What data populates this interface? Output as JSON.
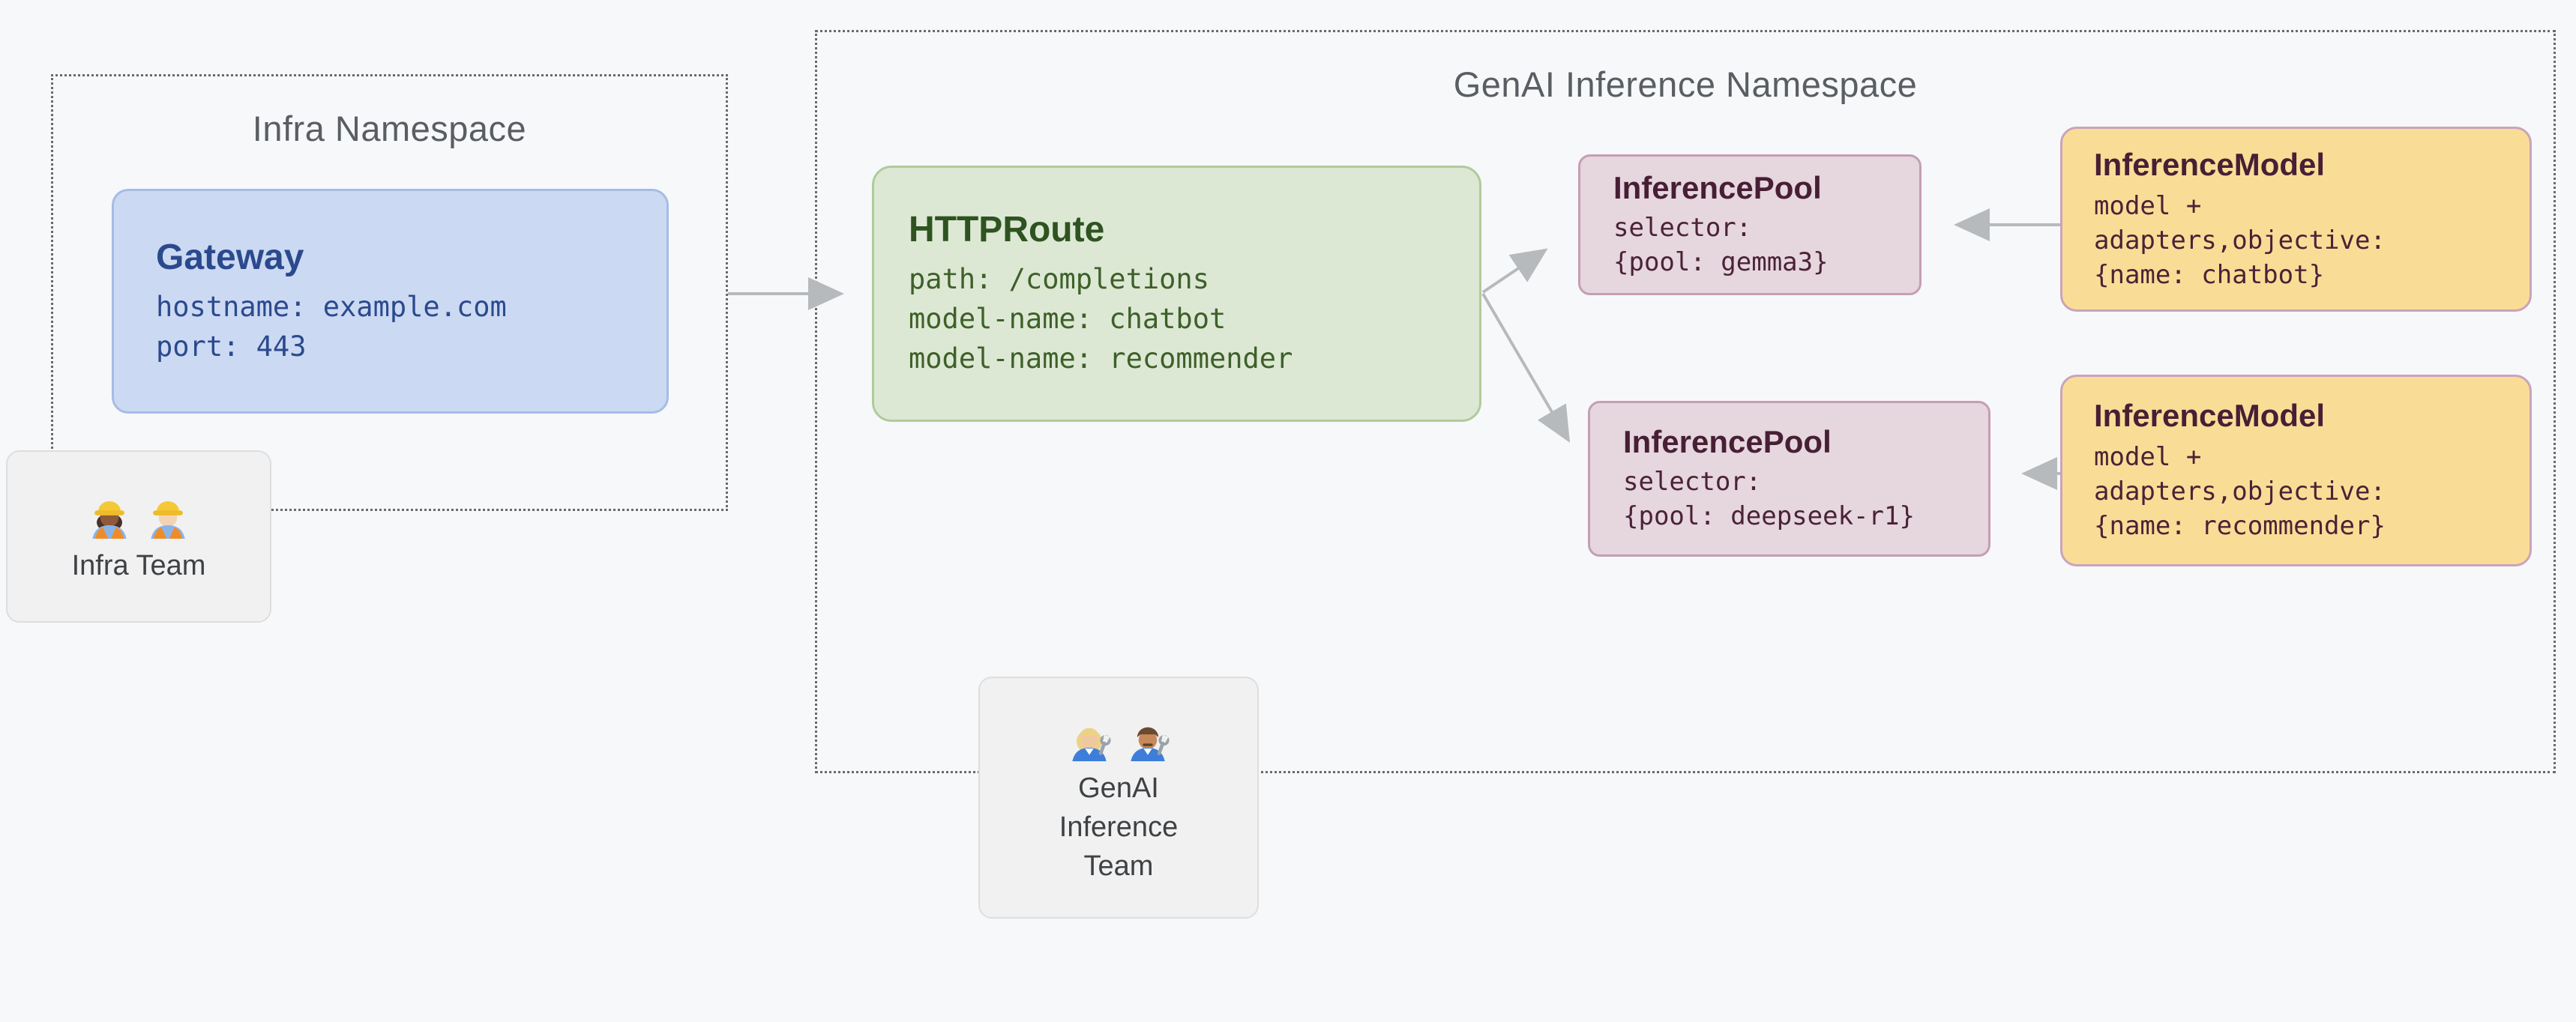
{
  "canvas": {
    "background": "#f7f8fa"
  },
  "infra_namespace": {
    "title": "Infra Namespace",
    "gateway": {
      "title": "Gateway",
      "lines": [
        "hostname: example.com",
        "port: 443"
      ],
      "fill": "#ccd9f3",
      "border": "#a6bce6",
      "text_color": "#2b4a8d"
    },
    "team": {
      "label": "Infra Team",
      "icons": [
        "woman-construction-worker-emoji",
        "man-construction-worker-emoji"
      ]
    }
  },
  "genai_namespace": {
    "title": "GenAI Inference Namespace",
    "httproute": {
      "title": "HTTPRoute",
      "lines": [
        "path: /completions",
        "model-name: chatbot",
        "model-name: recommender"
      ],
      "fill": "#dce8d4",
      "border": "#afcb9b",
      "text_color": "#2e5320"
    },
    "pool_gemma": {
      "title": "InferencePool",
      "lines": [
        "selector:",
        "{pool: gemma3}"
      ],
      "fill": "#e6d6de",
      "border": "#c59eb3",
      "text_color": "#471f35"
    },
    "pool_deepseek": {
      "title": "InferencePool",
      "lines": [
        "selector:",
        "{pool: deepseek-r1}"
      ],
      "fill": "#e6d6de",
      "border": "#c59eb3",
      "text_color": "#471f35"
    },
    "model_chatbot": {
      "title": "InferenceModel",
      "lines": [
        "model +",
        "adapters,objective:",
        "{name: chatbot}"
      ],
      "fill": "#f9dd96",
      "border": "#c9a3bd",
      "text_color": "#471f35"
    },
    "model_recommender": {
      "title": "InferenceModel",
      "lines": [
        "model +",
        "adapters,objective:",
        "{name: recommender}"
      ],
      "fill": "#f9dd96",
      "border": "#c9a3bd",
      "text_color": "#471f35"
    },
    "team": {
      "label": "GenAI Inference Team",
      "icons": [
        "woman-mechanic-emoji",
        "man-mechanic-emoji"
      ]
    }
  },
  "arrows": {
    "color": "#b7babd",
    "list": [
      "gateway-to-httproute",
      "httproute-to-pool-gemma",
      "httproute-to-pool-deepseek",
      "model-chatbot-to-pool-gemma",
      "model-recommender-to-pool-deepseek"
    ]
  }
}
